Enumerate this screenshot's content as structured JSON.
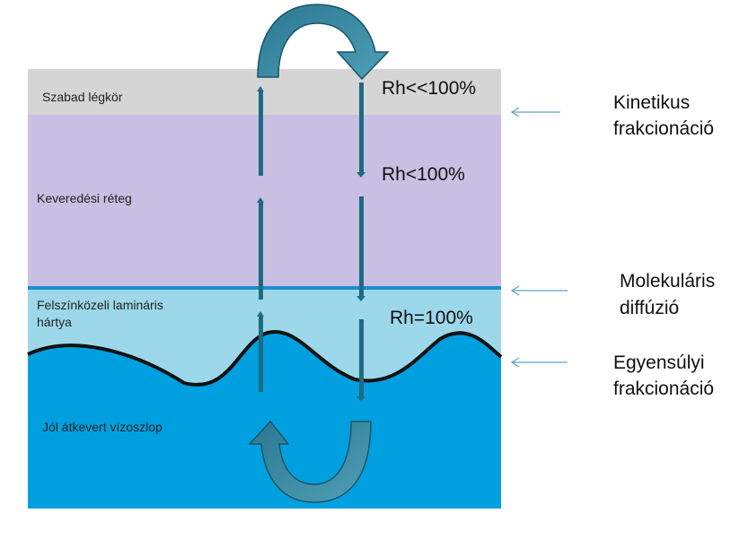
{
  "layers": {
    "atmosphere": "Szabad légkör",
    "mixing": "Keveredési réteg",
    "laminar_line1": "Felszínközeli lamináris",
    "laminar_line2": "hártya",
    "water": "Jól átkevert vízoszlop"
  },
  "humidity": {
    "top": "Rh<<100%",
    "middle": "Rh<100%",
    "bottom": "Rh=100%"
  },
  "processes": {
    "kinetic_line1": "Kinetikus",
    "kinetic_line2": "frakcionáció",
    "molecular_line1": "Molekuláris",
    "molecular_line2": "diffúzió",
    "equilibrium_line1": "Egyensúlyi",
    "equilibrium_line2": "frakcionáció"
  },
  "colors": {
    "atmosphere": "#d6d5d5",
    "mixing": "#c8bfe3",
    "laminar": "#9cd8ea",
    "water": "#00a0e0",
    "boundary_line": "#1b8fd3",
    "arrow": "#1e6b82",
    "pointer": "#5aa7bd"
  }
}
